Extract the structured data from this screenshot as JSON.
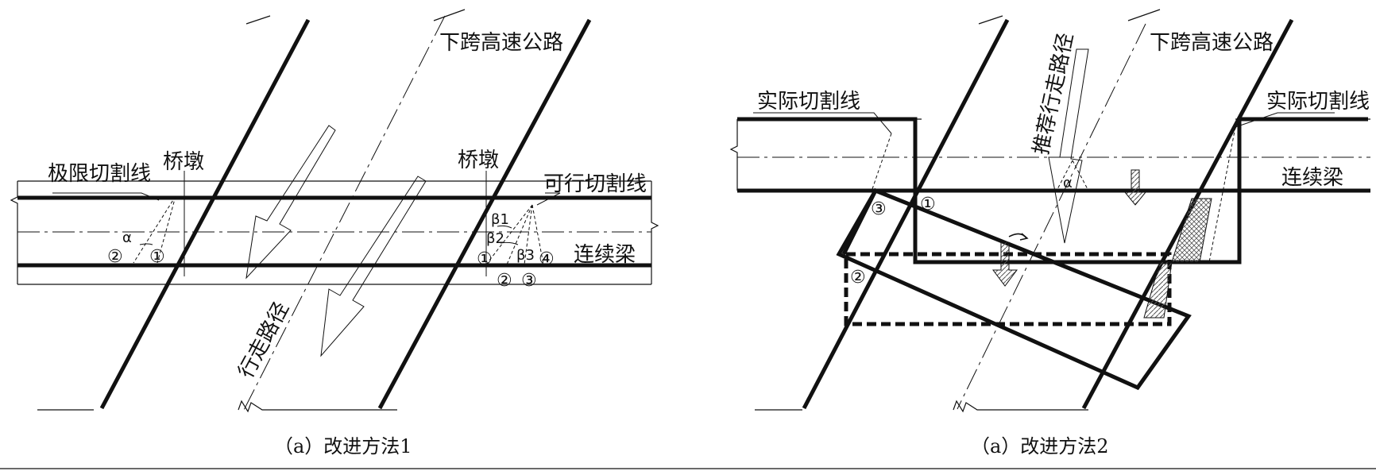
{
  "panel_a": {
    "highway_label": "下跨高速公路",
    "pier_left_label": "桥墩",
    "pier_right_label": "桥墩",
    "limit_cut_label": "极限切割线",
    "feasible_cut_label": "可行切割线",
    "beam_label": "连续梁",
    "path_label": "行走路径",
    "alpha": "α",
    "beta1": "β1",
    "beta2": "β2",
    "beta3": "β3",
    "circled": {
      "c1": "①",
      "c2": "②",
      "c3": "③",
      "c4": "④"
    },
    "caption": "（a）改进方法1"
  },
  "panel_b": {
    "highway_label": "下跨高速公路",
    "actual_cut_left_label": "实际切割线",
    "actual_cut_right_label": "实际切割线",
    "beam_label": "连续梁",
    "recommended_path_label": "推荐行走路径",
    "alpha": "α",
    "circled": {
      "c1": "①",
      "c2": "②",
      "c3": "③"
    },
    "caption": "（a）改进方法2"
  },
  "colors": {
    "ink": "#111111",
    "hatch": "#555555"
  }
}
